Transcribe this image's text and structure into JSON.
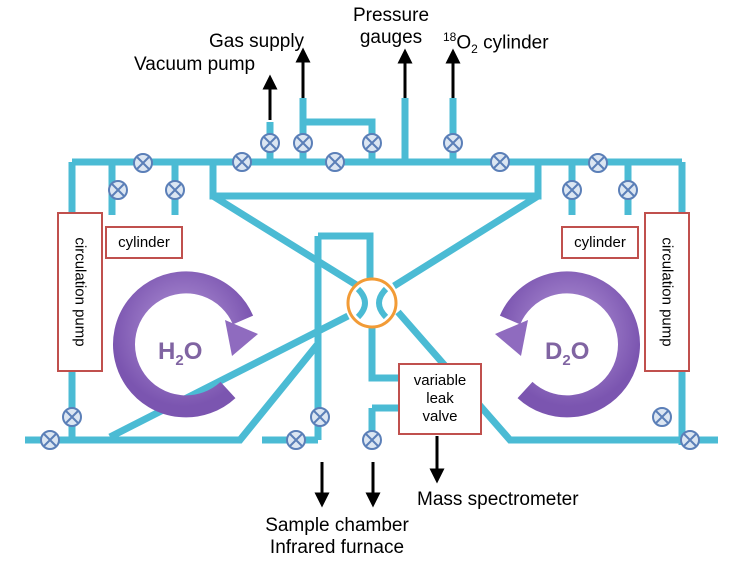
{
  "labels": {
    "vacuum_pump": "Vacuum pump",
    "gas_supply": "Gas supply",
    "pressure_gauges_line1": "Pressure",
    "pressure_gauges_line2": "gauges",
    "o18_cylinder_sup": "18",
    "o18_cylinder_O": "O",
    "o18_cylinder_sub": "2",
    "o18_cylinder_rest": " cylinder",
    "mass_spectrometer": "Mass spectrometer",
    "sample_chamber": "Sample chamber",
    "infrared_furnace": "Infrared furnace"
  },
  "boxes": {
    "left_pump": "circulation pump",
    "right_pump": "circulation pump",
    "left_cylinder": "cylinder",
    "right_cylinder": "cylinder",
    "leak_valve_line1": "variable",
    "leak_valve_line2": "leak",
    "leak_valve_line3": "valve"
  },
  "loops": {
    "left_D": "H",
    "left_sub": "2",
    "left_tail": "O",
    "right_D": "D",
    "right_sub": "2",
    "right_tail": "O"
  },
  "colors": {
    "pipe": "#4bbbd4",
    "valve_fill": "#dce6f2",
    "valve_stroke": "#5b7fb8",
    "box_border": "#c0504d",
    "loop": "#8f6bbf",
    "switch": "#f29b36"
  }
}
